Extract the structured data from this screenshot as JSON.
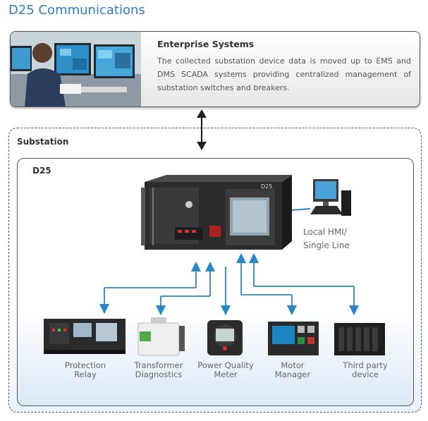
{
  "page": {
    "title": "D25 Communications"
  },
  "enterprise": {
    "title": "Enterprise Systems",
    "text": "The collected substation device data is moved up to EMS and DMS SCADA systems providing centralized management of substation switches and breakers."
  },
  "substation": {
    "label": "Substation"
  },
  "d25": {
    "label": "D25",
    "front_label": "D25"
  },
  "hmi": {
    "line1": "Local HMI/",
    "line2": "Single Line"
  },
  "devices": [
    {
      "line1": "Protection",
      "line2": "Relay"
    },
    {
      "line1": "Transformer",
      "line2": "Diagnostics"
    },
    {
      "line1": "Power Quality",
      "line2": "Meter"
    },
    {
      "line1": "Motor",
      "line2": "Manager"
    },
    {
      "line1": "Third party",
      "line2": "device"
    }
  ],
  "colors": {
    "title": "#2d7cc1",
    "arrow": "#2d86c7",
    "border": "#555555"
  }
}
